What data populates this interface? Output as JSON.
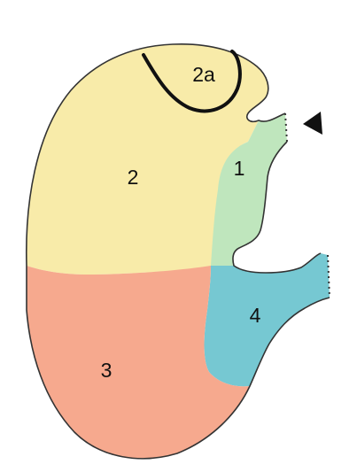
{
  "regions": [
    {
      "id": "1",
      "label": "1",
      "color": "#bfe6bd"
    },
    {
      "id": "2",
      "label": "2",
      "color": "#f8eba9"
    },
    {
      "id": "2a",
      "label": "2a",
      "color": "#f8eba9"
    },
    {
      "id": "3",
      "label": "3",
      "color": "#f6a98e"
    },
    {
      "id": "4",
      "label": "4",
      "color": "#76c8d2"
    }
  ],
  "outline_color": "#333333",
  "arrow_color": "#111111"
}
